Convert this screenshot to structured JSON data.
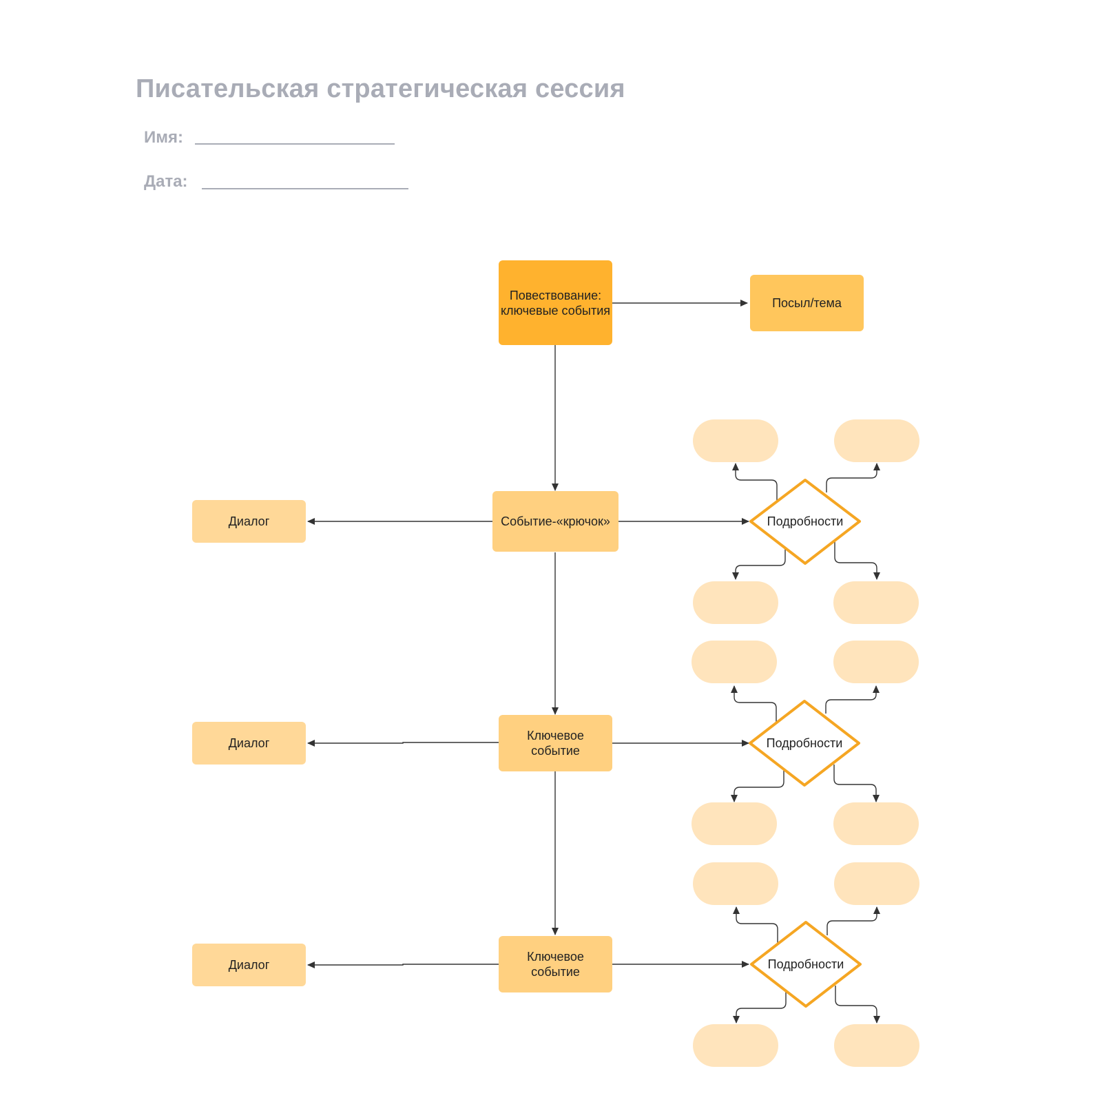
{
  "header": {
    "title": "Писательская стратегическая сессия",
    "name_label": "Имя:",
    "date_label": "Дата:"
  },
  "colors": {
    "primary": "#ffb22e",
    "secondary": "#ffc65c",
    "event": "#ffd080",
    "dialog": "#ffd898",
    "detail_box": "#ffe4bc",
    "diamond_stroke": "#f5a623",
    "title_gray": "#a9acb6",
    "connector": "#333333"
  },
  "diagram": {
    "narrative": "Повествование: ключевые события",
    "theme": "Посыл/тема",
    "hook_event": "Событие-«крючок»",
    "key_event_1": "Ключевое событие",
    "key_event_2": "Ключевое событие",
    "dialog_1": "Диалог",
    "dialog_2": "Диалог",
    "dialog_3": "Диалог",
    "details_1": "Подробности",
    "details_2": "Подробности",
    "details_3": "Подробности",
    "detail_boxes": [
      "",
      "",
      "",
      "",
      "",
      "",
      "",
      "",
      "",
      "",
      "",
      ""
    ]
  }
}
